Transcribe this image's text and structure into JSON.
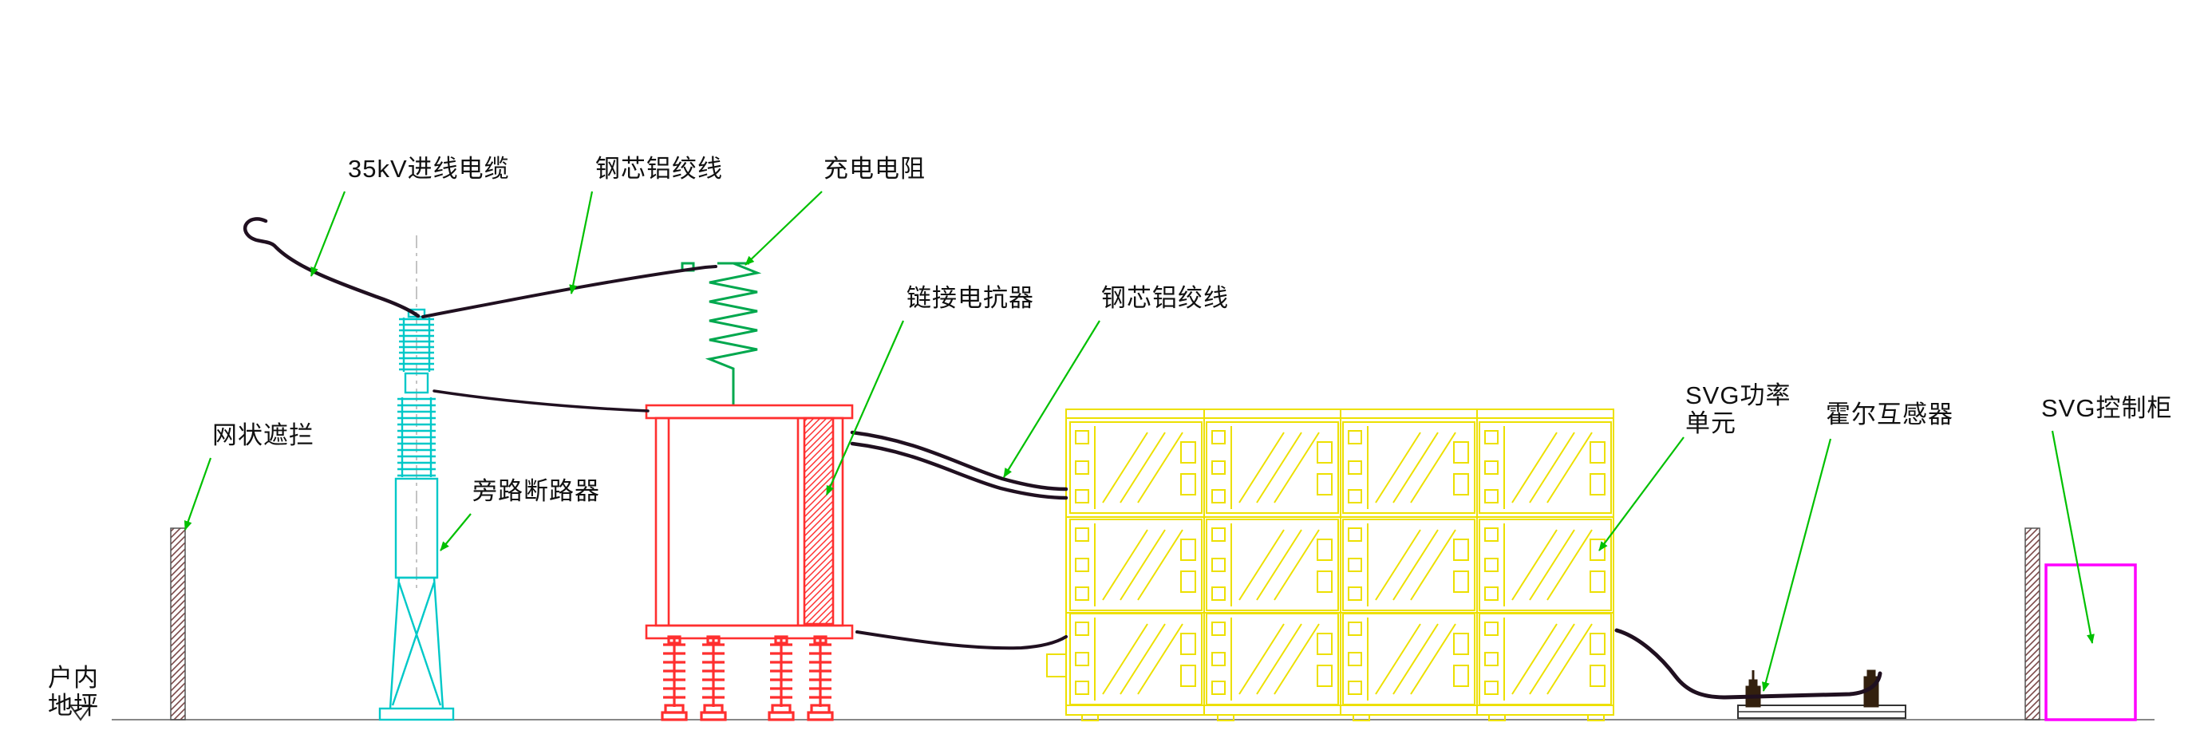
{
  "drawing": {
    "type": "electrical-single-line-installation-diagram",
    "labels": {
      "incoming_cable": "35kV进线电缆",
      "acsr_wire_left": "钢芯铝绞线",
      "charging_resistor": "充电电阻",
      "link_reactor": "链接电抗器",
      "acsr_wire_right": "钢芯铝绞线",
      "mesh_barrier": "网状遮拦",
      "bypass_breaker": "旁路断路器",
      "svg_power_unit": {
        "line1": "SVG功率",
        "line2": "单元"
      },
      "hall_sensor": "霍尔互感器",
      "svg_control_cabinet": "SVG控制柜",
      "indoor_floor": {
        "line1": "户内",
        "line2": "地坪"
      }
    },
    "colors": {
      "leader_green": "#00c000",
      "coil_green": "#00a84e",
      "breaker_cyan": "#00c8c8",
      "reactor_red": "#ff2f2f",
      "power_unit_yellow": "#ede000",
      "cabinet_magenta": "#ff00ff",
      "cable_dark": "#201020",
      "ground_gray": "#888888",
      "barrier_hatch": "#7a4848",
      "text": "#111111"
    }
  }
}
